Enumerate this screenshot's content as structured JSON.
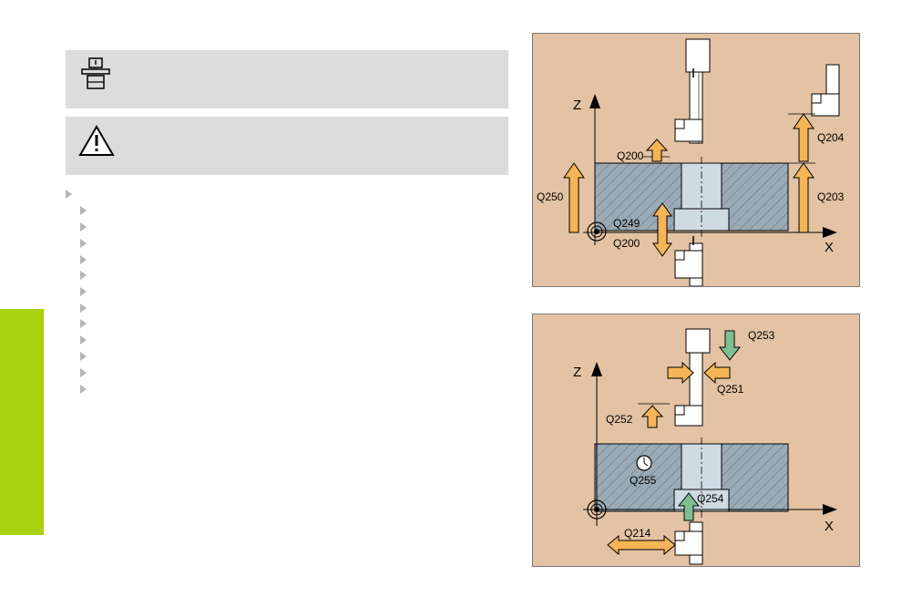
{
  "notes": {
    "machine_text": "",
    "warning_text": ""
  },
  "parameter_list": {
    "heading": "",
    "items": [
      "",
      "",
      "",
      "",
      "",
      "",
      "",
      "",
      "",
      "",
      "",
      ""
    ]
  },
  "figure_top": {
    "axis_z": "Z",
    "axis_x": "X",
    "labels": {
      "q200_top": "Q200",
      "q204": "Q204",
      "q250": "Q250",
      "q203": "Q203",
      "q249": "Q249",
      "q200_bottom": "Q200"
    }
  },
  "figure_bottom": {
    "axis_z": "Z",
    "axis_x": "X",
    "labels": {
      "q253": "Q253",
      "q251": "Q251",
      "q252": "Q252",
      "q255": "Q255",
      "q254": "Q254",
      "q214": "Q214"
    }
  },
  "colors": {
    "accent_tab": "#a8d20f",
    "note_bg": "#dcdcdc",
    "figure_bg": "#e3c3a3",
    "workpiece": "#9aabb6",
    "arrow_orange": "#f5b556",
    "arrow_green": "#7fbf93"
  }
}
